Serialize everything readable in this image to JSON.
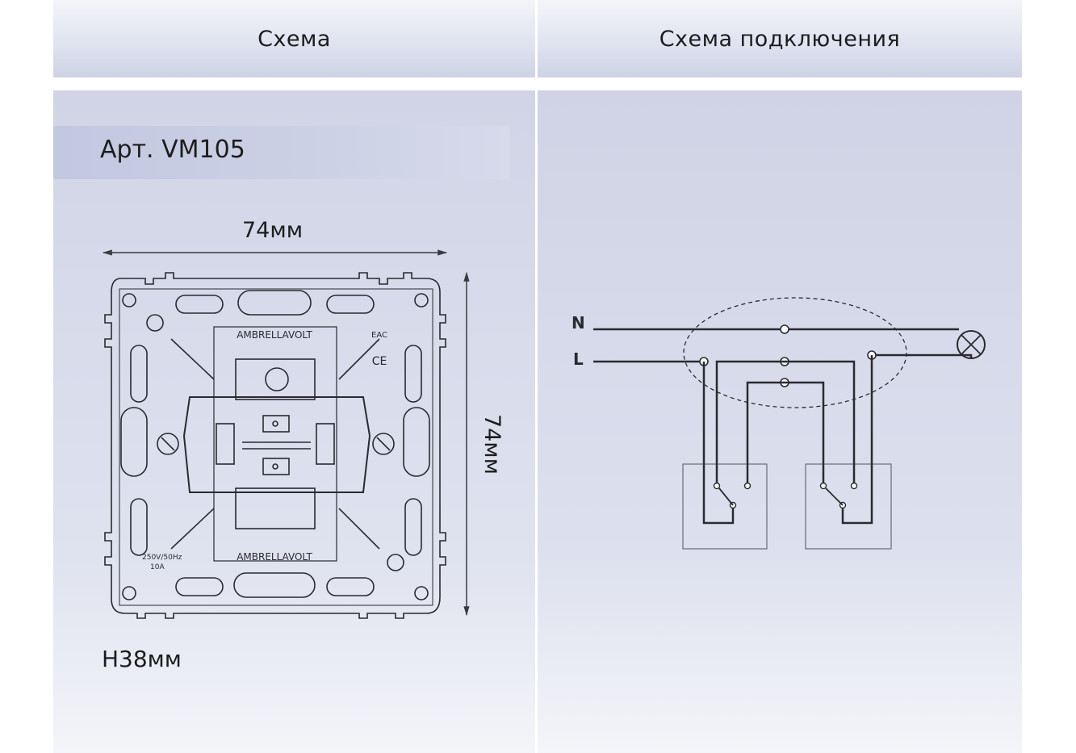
{
  "header": {
    "left_title": "Схема",
    "right_title": "Схема подключения"
  },
  "product": {
    "article": "Арт. VM105",
    "width_label": "74мм",
    "height_label": "74мм",
    "depth_label": "H38мм",
    "brand_top": "AMBRELLAVOLT",
    "brand_bottom": "AMBRELLAVOLT",
    "rating_voltage": "250V/50Hz",
    "rating_current": "10A",
    "mark_eac": "EAC",
    "mark_ce": "CE"
  },
  "wiring": {
    "n_label": "N",
    "l_label": "L"
  },
  "colors": {
    "header_bg": "#dfe2ef",
    "panel_bg": "#d6daeb",
    "line": "#1d1d1f"
  }
}
